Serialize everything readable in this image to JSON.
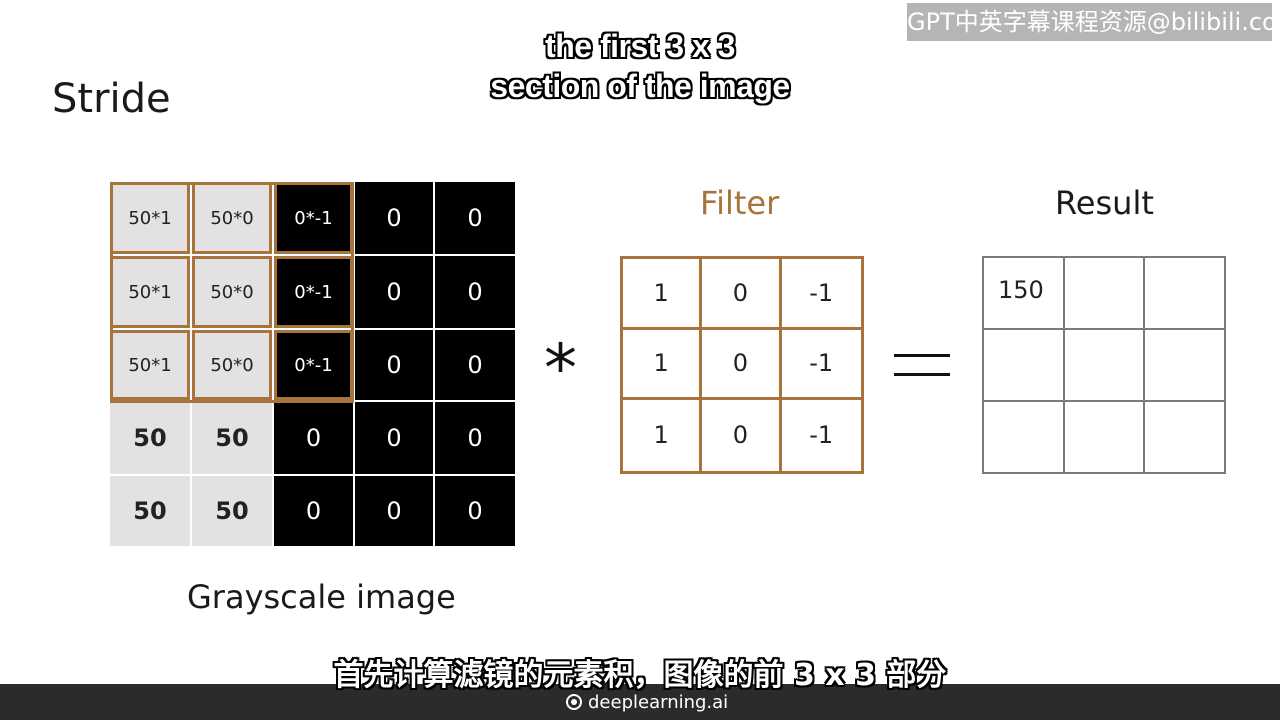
{
  "watermark": {
    "text": "GPT中英字幕课程资源@bilibili.com"
  },
  "caption_en": {
    "line1": "the first 3 x 3",
    "line2": "section of the image"
  },
  "slide": {
    "title": "Stride",
    "image_label": "Grayscale image",
    "operator_convolution": "*",
    "filter_title": "Filter",
    "result_title": "Result",
    "result_value": "150"
  },
  "image_grid": {
    "rows": [
      [
        "50*1",
        "50*0",
        "0*-1",
        "0",
        "0"
      ],
      [
        "50*1",
        "50*0",
        "0*-1",
        "0",
        "0"
      ],
      [
        "50*1",
        "50*0",
        "0*-1",
        "0",
        "0"
      ],
      [
        "50",
        "50",
        "0",
        "0",
        "0"
      ],
      [
        "50",
        "50",
        "0",
        "0",
        "0"
      ]
    ]
  },
  "filter_grid": {
    "rows": [
      [
        "1",
        "0",
        "-1"
      ],
      [
        "1",
        "0",
        "-1"
      ],
      [
        "1",
        "0",
        "-1"
      ]
    ]
  },
  "caption_zh": "首先计算滤镜的元素积，图像的前 3 x 3 部分",
  "brand": "deeplearning.ai",
  "colors": {
    "accent": "#a8733d",
    "light_cell": "#e3e1e1",
    "dark_cell": "#000000",
    "grid_gray": "#7a7a7a"
  }
}
